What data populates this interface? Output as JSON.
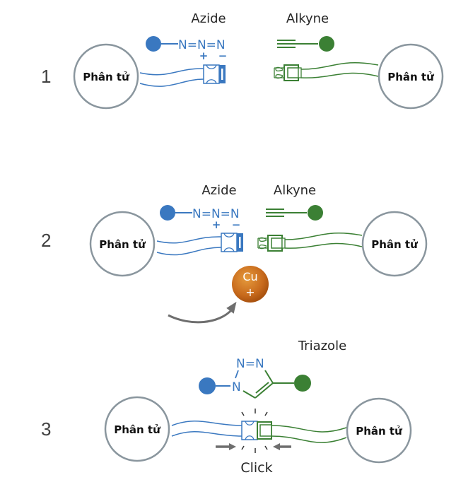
{
  "colors": {
    "azide_blue": "#3a78c0",
    "alkyne_green": "#3b8034",
    "molecule_ring": "#8a969e",
    "copper": "#c86a1c",
    "arrow_gray": "#6e6e6e"
  },
  "steps": [
    {
      "number": "1",
      "left_molecule": "Phân tử",
      "right_molecule": "Phân tử",
      "azide_label": "Azide",
      "alkyne_label": "Alkyne",
      "azide_formula": "N=N=N",
      "charges": [
        "+",
        "−"
      ]
    },
    {
      "number": "2",
      "left_molecule": "Phân tử",
      "right_molecule": "Phân tử",
      "azide_label": "Azide",
      "alkyne_label": "Alkyne",
      "azide_formula": "N=N=N",
      "charges": [
        "+",
        "−"
      ],
      "catalyst": {
        "symbol": "Cu",
        "charge": "+"
      }
    },
    {
      "number": "3",
      "left_molecule": "Phân tử",
      "right_molecule": "Phân tử",
      "product_label": "Triazole",
      "triazole_top": "N=N",
      "triazole_n1": "N",
      "action_label": "Click"
    }
  ]
}
